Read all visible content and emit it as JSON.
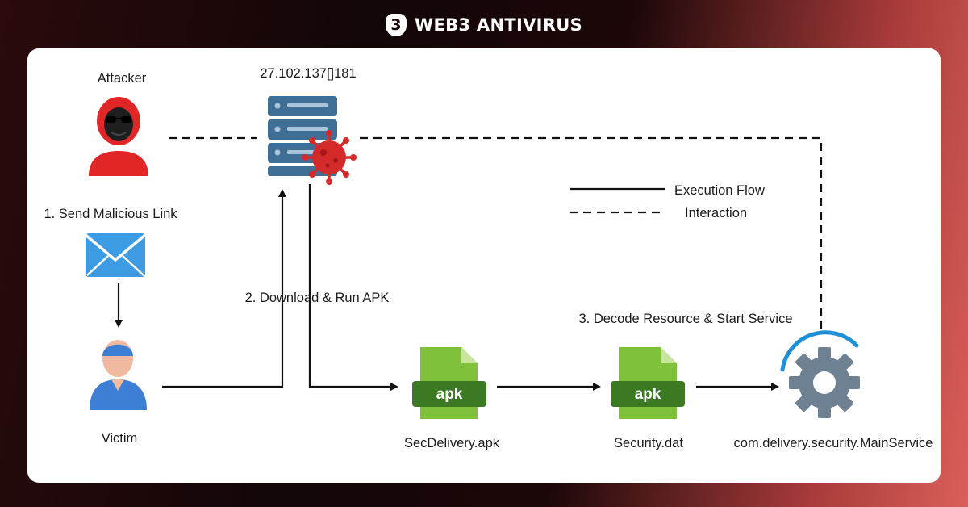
{
  "brand": {
    "logo_char": "3",
    "name": "WEB3 ANTIVIRUS"
  },
  "diagram": {
    "nodes": {
      "attacker": {
        "label": "Attacker",
        "icon": "hooded-hacker-icon"
      },
      "server": {
        "label": "27.102.137[]181",
        "icon": "infected-server-icon"
      },
      "email": {
        "icon": "envelope-icon"
      },
      "victim": {
        "label": "Victim",
        "icon": "user-icon"
      },
      "apk_file": {
        "label": "SecDelivery.apk",
        "badge": "apk",
        "icon": "apk-file-icon"
      },
      "dat_file": {
        "label": "Security.dat",
        "badge": "apk",
        "icon": "apk-file-icon"
      },
      "service": {
        "label": "com.delivery.security.MainService",
        "icon": "gear-icon"
      }
    },
    "steps": {
      "step1": "1. Send Malicious Link",
      "step2": "2. Download & Run APK",
      "step3": "3. Decode Resource & Start Service"
    },
    "legend": {
      "solid": "Execution Flow",
      "dashed": "Interaction"
    },
    "colors": {
      "attacker_red": "#e02626",
      "virus_red": "#d42a2a",
      "server_blue": "#3f6f94",
      "mail_blue": "#3d9be3",
      "victim_blue": "#3e7fd6",
      "apk_green": "#7fc13a",
      "gear_gray": "#6e8193"
    }
  }
}
